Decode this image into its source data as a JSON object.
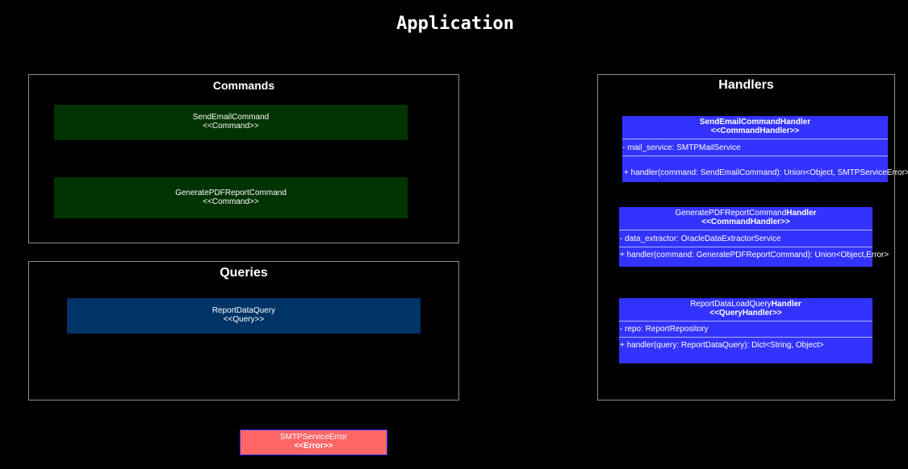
{
  "title": "Application",
  "colors": {
    "background": "#000000",
    "package_border": "#8c8c8c",
    "command": "#013300",
    "query": "#003366",
    "handler": "#3333ff",
    "error": "#ff6666",
    "text": "#ffffff"
  },
  "packages": {
    "commands": {
      "label": "Commands",
      "items": [
        {
          "name": "SendEmailCommand",
          "stereotype": "<<Command>>"
        },
        {
          "name": "GeneratePDFReportCommand",
          "stereotype": "<<Command>>"
        }
      ]
    },
    "queries": {
      "label": "Queries",
      "items": [
        {
          "name": "ReportDataQuery",
          "stereotype": "<<Query>>"
        }
      ]
    },
    "handlers": {
      "label": "Handlers",
      "classes": [
        {
          "name": "SendEmailCommandHandler",
          "stereotype": "<<CommandHandler>>",
          "attribute": "- mail_service: SMTPMailService",
          "method": "+ handler(command: SendEmailCommand): Union<Object, SMTPServiceError>"
        },
        {
          "name_prefix": "GeneratePDFReportCommand",
          "name_suffix": "Handler",
          "stereotype": "<<CommandHandler>>",
          "attribute": "- data_extractor: OracleDataExtractorService",
          "method": "+ handler(command: GeneratePDFReportCommand): Union<Object,Error>"
        },
        {
          "name_prefix": "ReportDataLoadQuery",
          "name_suffix": "Handler",
          "stereotype": "<<QueryHandler>>",
          "attribute": "- repo: ReportRepository",
          "method": "+ handler(query: ReportDataQuery): Dict<String, Object>"
        }
      ]
    }
  },
  "error": {
    "name": "SMTPServiceError",
    "stereotype": "<<Error>>"
  }
}
